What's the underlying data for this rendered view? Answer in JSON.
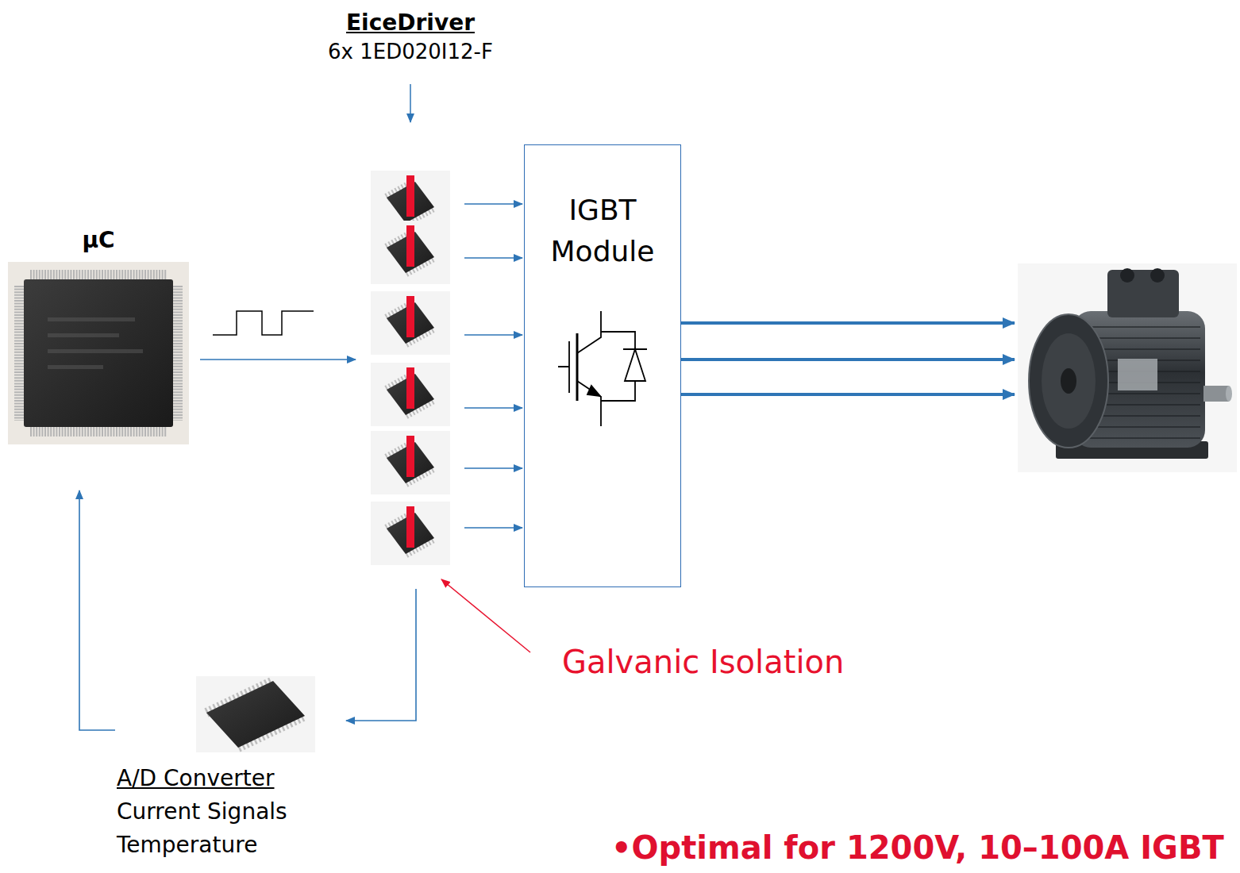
{
  "diagram": {
    "nodes": [
      {
        "text": [
          "μC"
        ]
      },
      {
        "text": [
          "EiceDriver",
          "6x 1ED020I12-F"
        ]
      },
      {
        "text": [
          "IGBT Module"
        ]
      },
      {
        "text": [
          "A/D Converter",
          "Current Signals",
          "Temperature"
        ]
      }
    ],
    "edges": [
      {
        "from": 0,
        "to": 1,
        "arrow": "to"
      },
      {
        "from": 1,
        "to": 2,
        "arrow": "to"
      },
      {
        "from": 1,
        "to": 2,
        "arrow": "to"
      },
      {
        "from": 1,
        "to": 2,
        "arrow": "to"
      },
      {
        "from": 1,
        "to": 2,
        "arrow": "to"
      },
      {
        "from": 1,
        "to": 2,
        "arrow": "to"
      },
      {
        "from": 1,
        "to": 2,
        "arrow": "to"
      },
      {
        "from": 1,
        "to": 3,
        "arrow": "to"
      },
      {
        "from": 3,
        "to": 0,
        "arrow": "to"
      }
    ],
    "labels": [
      "Galvanic Isolation",
      "•Optimal for 1200V, 10–100A IGBT"
    ]
  }
}
